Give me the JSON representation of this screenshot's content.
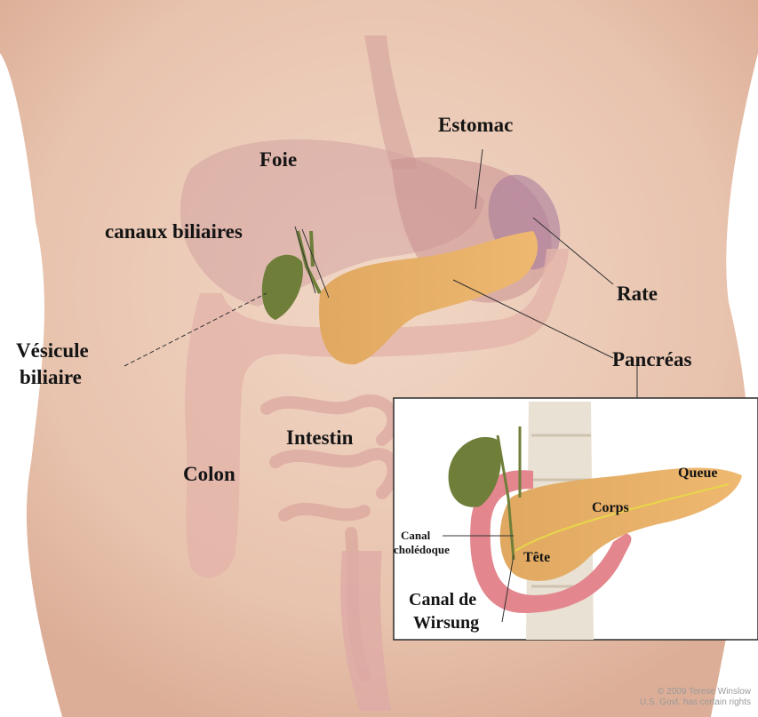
{
  "labels": {
    "foie": "Foie",
    "estomac": "Estomac",
    "canaux_biliaires": "canaux biliaires",
    "rate": "Rate",
    "vesicule_line1": "Vésicule",
    "vesicule_line2": "biliaire",
    "pancreas": "Pancréas",
    "intestin": "Intestin",
    "colon": "Colon"
  },
  "inset_labels": {
    "queue": "Queue",
    "corps": "Corps",
    "canal_line1": "Canal",
    "canal_line2": "cholédoque",
    "tete": "Tête",
    "wirsung_line1": "Canal de",
    "wirsung_line2": "Wirsung"
  },
  "copyright": {
    "line1": "© 2009 Terese Winslow",
    "line2": "U.S. Govt. has certain rights"
  }
}
